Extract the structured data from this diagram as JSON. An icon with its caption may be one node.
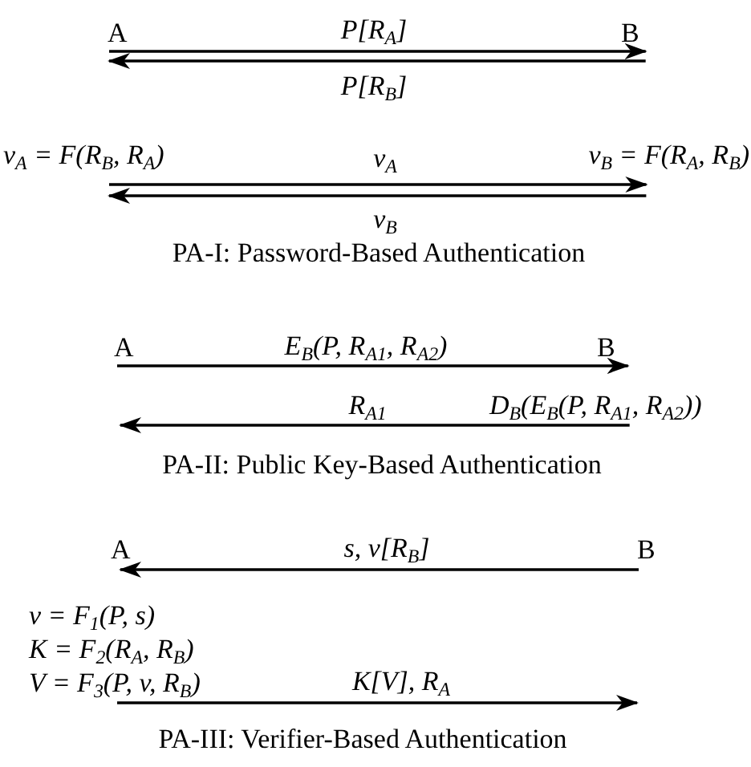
{
  "diagram": {
    "nodes": [
      {
        "text": [
          "A"
        ]
      },
      {
        "text": [
          "B"
        ]
      },
      {
        "text": [
          "v$_{A}$ = F(R$_{B}$, R$_{A}$)"
        ]
      },
      {
        "text": [
          "v$_{B}$ = F(R$_{A}$, R$_{B}$)"
        ]
      },
      {
        "text": [
          "A"
        ]
      },
      {
        "text": [
          "B"
        ]
      },
      {
        "text": [
          "A"
        ]
      },
      {
        "text": [
          "B"
        ]
      },
      {
        "text": [
          "v = F$_{1}$(P, s)",
          "K = F$_{2}$(R$_{A}$, R$_{B}$)",
          "V = F$_{3}$(P, v, R$_{B}$)"
        ]
      }
    ],
    "edges": [
      {
        "from": 0,
        "to": 1,
        "arrow": "to",
        "label": "P[R$_{A}$]"
      },
      {
        "from": 1,
        "to": 0,
        "arrow": "to",
        "label": "P[R$_{B}$]"
      },
      {
        "from": 2,
        "to": 3,
        "arrow": "to",
        "label": "v$_{A}$"
      },
      {
        "from": 3,
        "to": 2,
        "arrow": "to",
        "label": "v$_{B}$"
      },
      {
        "from": 4,
        "to": 5,
        "arrow": "to",
        "label": "E$_{B}$(P, R$_{A1}$, R$_{A2}$)"
      },
      {
        "from": 5,
        "to": 4,
        "arrow": "to",
        "label": "R$_{A1}$"
      },
      {
        "from": 7,
        "to": 6,
        "arrow": "to",
        "label": "s, v[R$_{B}$]"
      },
      {
        "from": 8,
        "to": 7,
        "arrow": "to",
        "label": "K[V], R$_{A}$"
      }
    ],
    "labels": [
      "PA-I: Password-Based Authentication",
      "D$_{B}$(E$_{B}$(P, R$_{A1}$, R$_{A2}$))",
      "PA-II: Public Key-Based Authentication",
      "PA-III: Verifier-Based Authentication"
    ]
  }
}
